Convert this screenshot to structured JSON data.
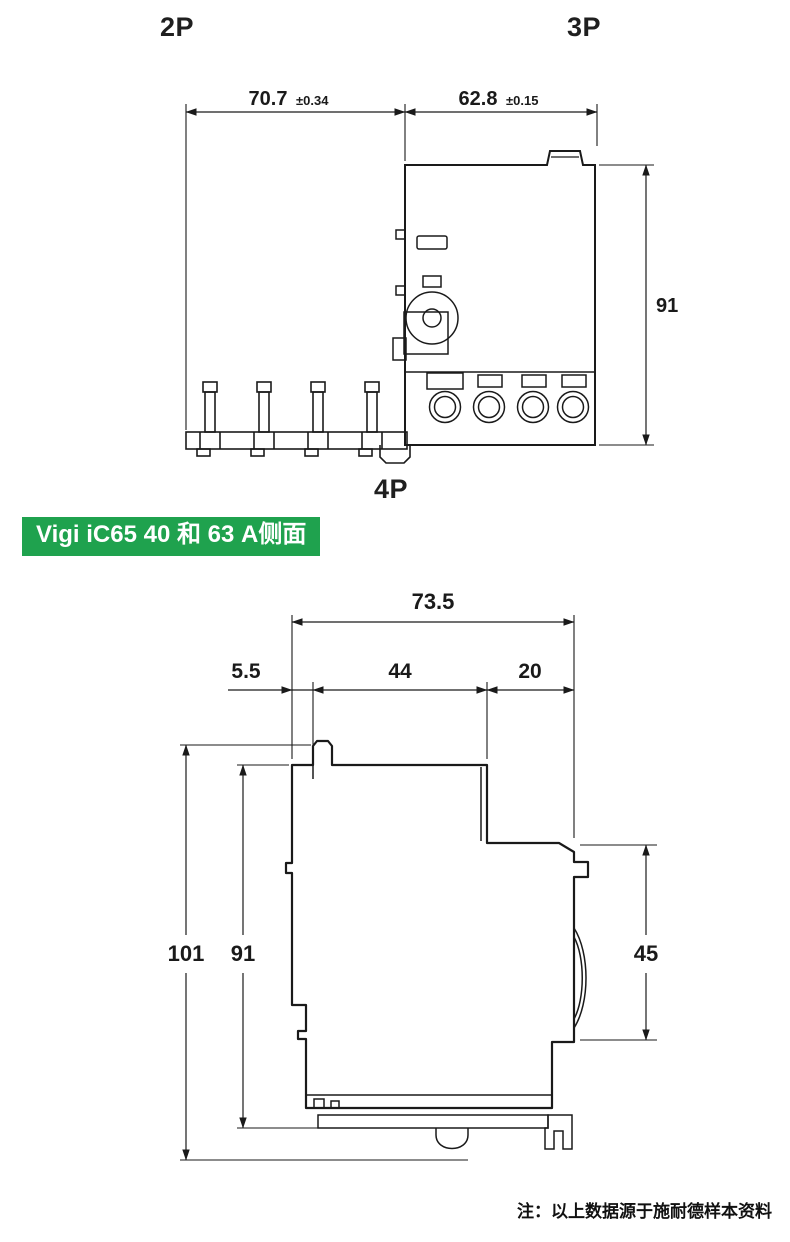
{
  "colors": {
    "accent_green": "#1FA24E",
    "line": "#1A1A1A",
    "text": "#1F1F1F"
  },
  "top_section": {
    "label_2p": "2P",
    "label_3p": "3P",
    "label_4p": "4P",
    "front_view": {
      "width_left": "70.7",
      "width_left_tol": "±0.34",
      "width_right": "62.8",
      "width_right_tol": "±0.15",
      "height": "91"
    }
  },
  "banner": {
    "title": "Vigi iC65 40 和 63 A侧面"
  },
  "side_view": {
    "total_width": "73.5",
    "front_offset": "5.5",
    "body_width": "44",
    "back_width": "20",
    "total_height": "101",
    "body_height": "91",
    "rail_height": "45"
  },
  "footnote": "注：以上数据源于施耐德样本资料"
}
